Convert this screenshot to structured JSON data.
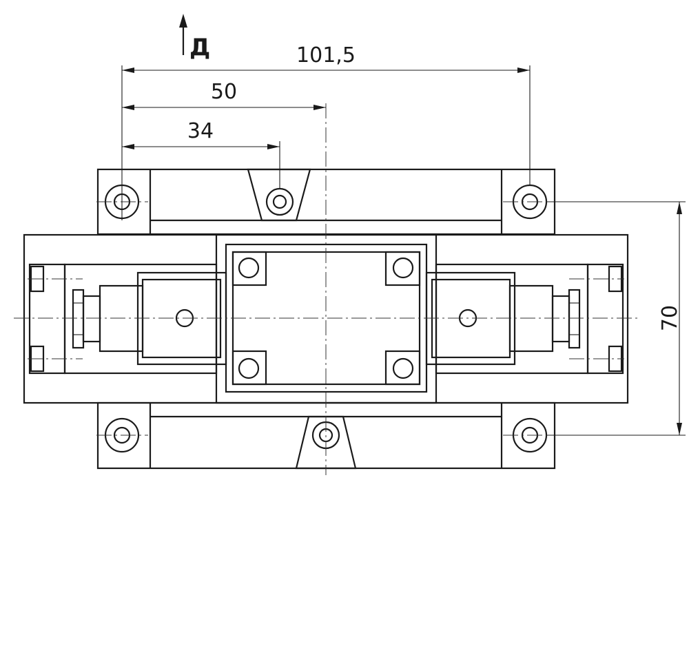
{
  "view_label": "Д",
  "dimensions": {
    "overall_width": "101,5",
    "center_offset": "50",
    "hole_offset": "34",
    "height": "70"
  }
}
